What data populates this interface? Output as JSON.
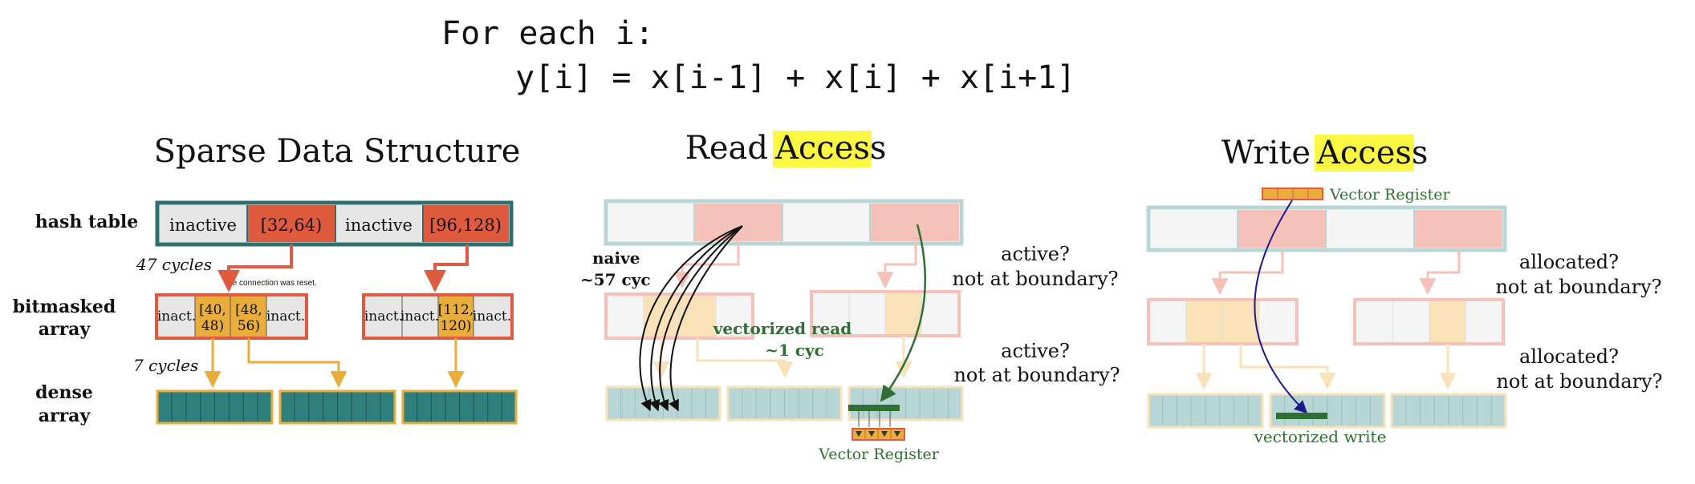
{
  "code": {
    "line1": "For each i:",
    "line2": "y[i] = x[i-1] + x[i] + x[i+1]"
  },
  "panels": {
    "sparse": {
      "title": "Sparse Data Structure",
      "row_labels": {
        "hash_table": "hash table",
        "bitmasked_1": "bitmasked",
        "bitmasked_2": "array",
        "dense_1": "dense",
        "dense_2": "array"
      },
      "hash_cells": [
        "inactive",
        "[32,64)",
        "inactive",
        "[96,128)"
      ],
      "bitmask_left": [
        "inact.",
        "[40,",
        "48)",
        "[48,",
        "56)",
        "inact."
      ],
      "bitmask_right": [
        "inact.",
        "inact.",
        "[112,",
        "120)",
        "inact."
      ],
      "cycles_hash": "47 cycles",
      "cycles_bitmask": "7 cycles",
      "error_note": "The connection was reset."
    },
    "read": {
      "title_plain": "Read",
      "title_highlight": "Access",
      "naive_1": "naive",
      "naive_2": "~57 cyc",
      "vectorized_1": "vectorized read",
      "vectorized_2": "~1 cyc",
      "question1_a": "active?",
      "question1_b": "not at boundary?",
      "question2_a": "active?",
      "question2_b": "not at boundary?",
      "vector_register": "Vector Register"
    },
    "write": {
      "title_plain": "Write",
      "title_highlight": "Access",
      "vector_register": "Vector Register",
      "question1_a": "allocated?",
      "question1_b": "not at boundary?",
      "question2_a": "allocated?",
      "question2_b": "not at boundary?",
      "vectorized": "vectorized write"
    }
  },
  "colors": {
    "teal_dark": "#2e7f7d",
    "teal_border": "#2f6f6e",
    "orange_red": "#e05a40",
    "amber": "#e8ad3b",
    "light_gray": "#e6e6e6",
    "highlight_yellow": "#fbf843",
    "green": "#2e6f33",
    "navy": "#1a1a8c",
    "pale_teal": "#b8d6d6",
    "pale_pink": "#f6c1b8",
    "pale_amber": "#f9e2b8"
  }
}
